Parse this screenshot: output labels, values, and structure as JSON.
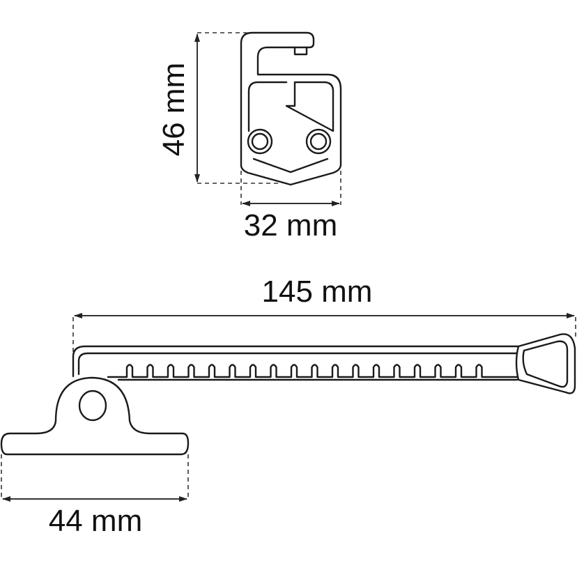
{
  "dimensions": {
    "hook_height": "46 mm",
    "hook_width": "32 mm",
    "stay_length": "145 mm",
    "base_width": "44 mm"
  },
  "colors": {
    "line": "#1a1a1a",
    "background": "#ffffff"
  }
}
